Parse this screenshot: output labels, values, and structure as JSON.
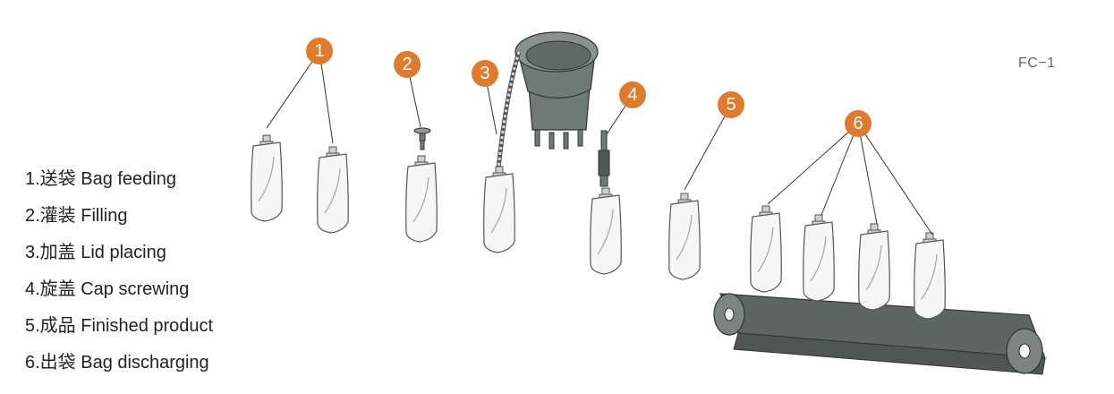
{
  "legend": [
    "1.送袋 Bag feeding",
    "2.灌装 Filling",
    "3.加盖 Lid placing",
    "4.旋盖 Cap screwing",
    "5.成品 Finished product",
    "6.出袋 Bag discharging"
  ],
  "figure_code": "FC−1",
  "badges": [
    "1",
    "2",
    "3",
    "4",
    "5",
    "6"
  ],
  "colors": {
    "badge": "#e07a2e",
    "machine": "#6e7a76",
    "conveyor": "#6d7773"
  }
}
